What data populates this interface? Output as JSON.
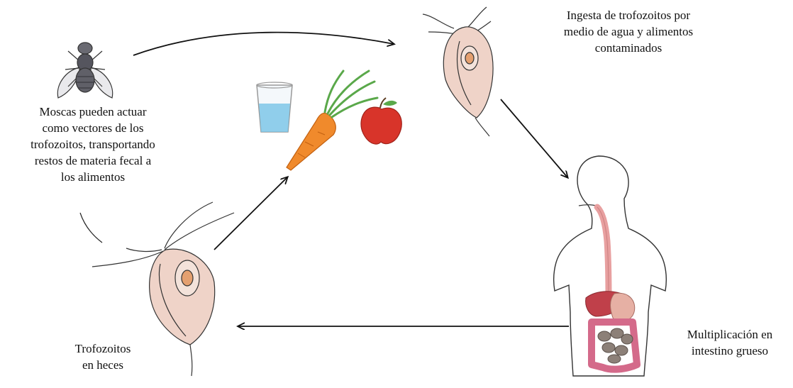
{
  "labels": {
    "ingestion": "Ingesta de trofozoitos por\nmedio de agua y alimentos\ncontaminados",
    "flies": "Moscas pueden actuar\ncomo vectores de los\ntrofozoitos, transportando\nrestos de materia fecal a\nlos alimentos",
    "multiplication": "Multiplicación en\nintestino grueso",
    "feces": "Trofozoitos\nen heces"
  },
  "colors": {
    "arrow": "#111111",
    "outline": "#333333",
    "trophozoite_body": "#efd3c8",
    "trophozoite_nucleus": "#e4a070",
    "carrot": "#f08a2c",
    "carrot_leaves": "#5aa84a",
    "apple": "#d8342a",
    "water": "#7ec7e8",
    "esophagus": "#e8a0a0",
    "liver": "#c0404a",
    "intestine": "#d46a8a",
    "small_intestine": "#8c8078"
  },
  "icons": [
    "fly-icon",
    "water-glass-icon",
    "carrot-icon",
    "apple-icon",
    "trophozoite-icon",
    "human-body-icon"
  ]
}
